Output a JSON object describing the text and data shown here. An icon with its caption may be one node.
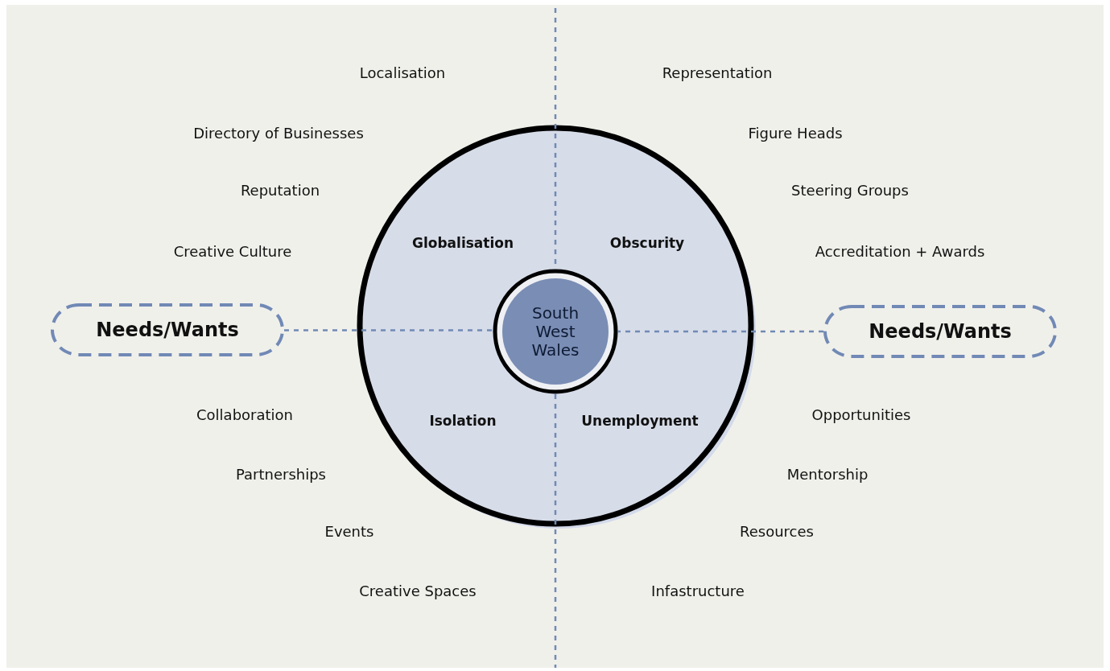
{
  "diagram": {
    "nodes": [
      {
        "text": [],
        "shape": "circle"
      },
      {
        "text": [
          "South West Wales"
        ],
        "in": 0
      },
      {
        "text": [
          "Needs/Wants"
        ]
      },
      {
        "text": [
          "Needs/Wants"
        ]
      }
    ],
    "edges": [
      {
        "from": 2,
        "to": 1,
        "arrow": "none",
        "style": "dashed"
      },
      {
        "from": 3,
        "to": 1,
        "arrow": "none",
        "style": "dashed"
      }
    ],
    "labels": [
      "Localisation",
      "Representation",
      "Directory of Businesses",
      "Figure Heads",
      "Reputation",
      "Steering Groups",
      "Creative Culture",
      "Globalisation",
      "Obscurity",
      "Accreditation + Awards",
      "Collaboration",
      "Isolation",
      "Unemployment",
      "Opportunities",
      "Partnerships",
      "Mentorship",
      "Events",
      "Resources",
      "Creative Spaces",
      "Infastructure"
    ]
  }
}
